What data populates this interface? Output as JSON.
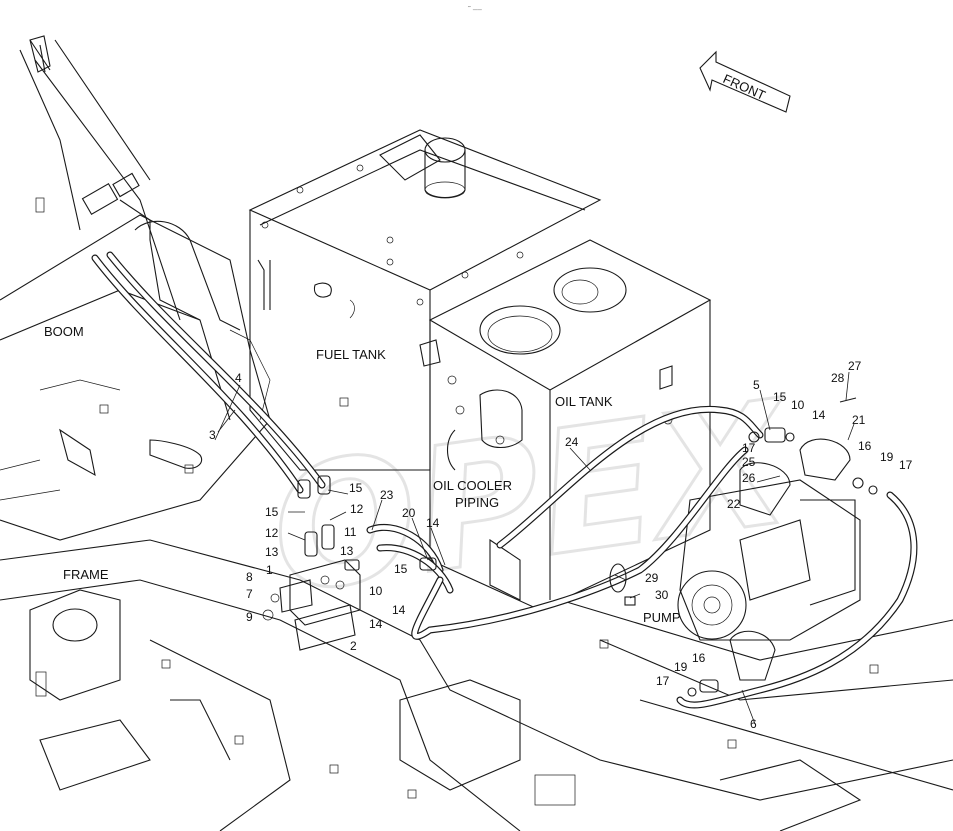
{
  "header_mark": "˜ ––",
  "watermark": "OPEX",
  "direction_arrow": {
    "label": "FRONT"
  },
  "labels": {
    "boom": "BOOM",
    "fuel_tank": "FUEL TANK",
    "oil_tank": "OIL TANK",
    "oil_cooler_line1": "OIL COOLER",
    "oil_cooler_line2": "PIPING",
    "frame": "FRAME",
    "pump": "PUMP"
  },
  "callouts": [
    "4",
    "3",
    "15",
    "15",
    "12",
    "12",
    "13",
    "13",
    "11",
    "23",
    "20",
    "14",
    "1",
    "8",
    "7",
    "9",
    "2",
    "14",
    "10",
    "14",
    "15",
    "24",
    "5",
    "15",
    "10",
    "14",
    "28",
    "27",
    "21",
    "16",
    "19",
    "17",
    "17",
    "25",
    "26",
    "22",
    "29",
    "30",
    "19",
    "16",
    "17",
    "6"
  ]
}
